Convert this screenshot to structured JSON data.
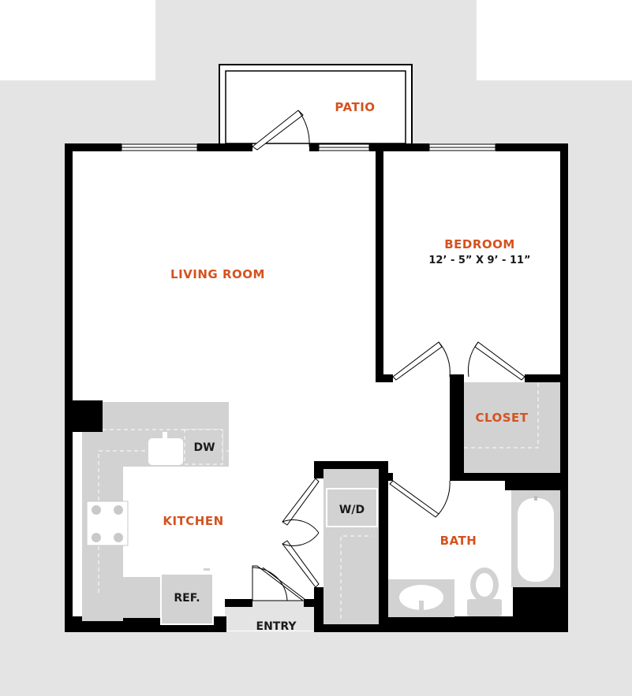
{
  "colors": {
    "background": "#e4e4e4",
    "floor": "#ffffff",
    "wall": "#000000",
    "fixture": "#d2d2d2",
    "room_label": "#d5521f",
    "fixture_label": "#1a1a1a"
  },
  "rooms": {
    "patio": "PATIO",
    "living_room": "LIVING ROOM",
    "bedroom": "BEDROOM",
    "bedroom_dims": "12’ - 5” X 9’ - 11”",
    "closet": "CLOSET",
    "kitchen": "KITCHEN",
    "bath": "BATH"
  },
  "fixtures": {
    "dishwasher": "DW",
    "washer_dryer": "W/D",
    "refrigerator": "REF."
  },
  "entry": "ENTRY"
}
